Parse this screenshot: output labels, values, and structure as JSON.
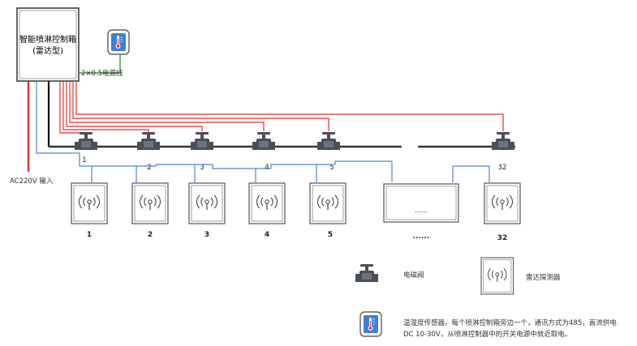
{
  "controller": {
    "title_line1": "智能喷淋控制箱",
    "title_line2": "(雷达型)"
  },
  "wire_label": "2×0.5电源线",
  "ac_label": "AC220V 输入",
  "valve_labels": [
    "1",
    "2",
    "3",
    "4",
    "5",
    "32"
  ],
  "valve_ellipsis": "......",
  "sensor_labels": [
    "1",
    "2",
    "3",
    "4",
    "5",
    "32"
  ],
  "sensor_box_ellipsis": "......",
  "sensor_row_ellipsis": "......",
  "legend": {
    "valve_text": "电磁阀",
    "radar_text": "雷达探测器",
    "sensor_text_line1": "温湿度传感器。每个喷淋控制箱旁边一个，通讯方式为485，直流供电",
    "sensor_text_line2": "DC 10-30V，从喷淋控制器中的开关电源中就近取电。"
  },
  "colors": {
    "red_wire": "#e0302a",
    "blue_wire": "#4a86d8",
    "green_wire": "#2e9a3a",
    "black_wire": "#111111",
    "pipe": "#333333",
    "valve": "#4a4f57",
    "box_border": "#555555",
    "sensor_fill": "#3b7fd9"
  }
}
